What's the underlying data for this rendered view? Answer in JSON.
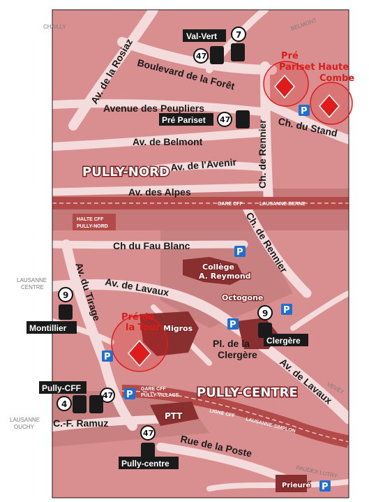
{
  "colors": {
    "block": "#d98f8f",
    "block_dark": "#c77878",
    "street": "#f4dcdc",
    "rail": "#b24a4a",
    "building": "#8a2f2f",
    "highlight": "#e01b1b",
    "parking": "#1e6fd0",
    "frame": "#1a1a1a"
  },
  "districts": {
    "north": "PULLY-NORD",
    "centre": "PULLY-CENTRE"
  },
  "streets": {
    "rosiaz": "Av. de la Rosiaz",
    "foret": "Boulevard de la Forêt",
    "peupliers": "Avenue des Peupliers",
    "belmont": "Av. de Belmont",
    "avenir": "Av. de l'Avenir",
    "alpes": "Av. des Alpes",
    "rennier_n": "Ch. de Rennier",
    "rennier_s": "Ch. de Rennier",
    "stand": "Ch. du Stand",
    "fau_blanc": "Ch du Fau Blanc",
    "lavaux_w": "Av. de Lavaux",
    "lavaux_e": "Av. de Lavaux",
    "tirage": "Av. du Tirage",
    "ramuz": "C.-F. Ramuz",
    "poste": "Rue de la Poste"
  },
  "places": {
    "pre_pariset_haute_combe": [
      "Pré",
      "Pariset Haute",
      "Combe"
    ],
    "pre_de_la_tour": [
      "Pré de",
      "la Tour"
    ],
    "college": [
      "Collège",
      "A. Reymond"
    ],
    "octogone": "Octogone",
    "migros": "Migros",
    "clergere": [
      "Pl. de la",
      "Clergère"
    ],
    "ptt": "PTT"
  },
  "stops": {
    "val_vert": {
      "label": "Val-Vert",
      "lines": [
        "7",
        "47"
      ]
    },
    "pre_pariset": {
      "label": "Pré Pariset",
      "lines": [
        "47"
      ]
    },
    "montillier": {
      "label": "Montillier",
      "lines": [
        "9"
      ]
    },
    "clergere": {
      "label": "Clergère",
      "lines": [
        "9"
      ]
    },
    "pully_cff": {
      "label": "Pully-CFF",
      "lines": [
        "4",
        "47"
      ]
    },
    "pully_centre": {
      "label": "Pully-centre",
      "lines": [
        "47"
      ]
    }
  },
  "rail": {
    "gare_north": "GARE CFF",
    "lausanne_berne": "LAUSANNE-BERNE",
    "halte": [
      "HALTE CFF",
      "PULLY-NORD"
    ],
    "gare_centre": [
      "GARE CFF",
      "PULLY-VILLAGE"
    ],
    "ligne": "LIGNE CFF",
    "lausanne_simplon": "LAUSANNE-SIMPLON"
  },
  "directions": {
    "chailly": "CHAILLY",
    "belmont": "BELMONT",
    "lausanne_centre": [
      "LAUSANNE",
      "CENTRE"
    ],
    "vevey": "VEVEY",
    "lausanne_ouchy": [
      "LAUSANNE",
      "OUCHY"
    ],
    "paudex_lutry": "PAUDEX LUTRY",
    "prieure": "Prieuré"
  },
  "parking_label": "P"
}
